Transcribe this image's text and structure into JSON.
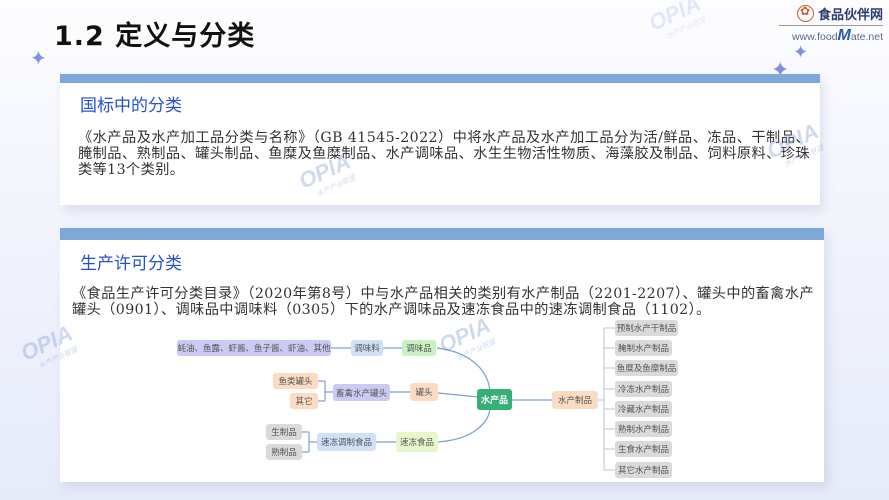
{
  "title": "1.2  定义与分类",
  "logo": {
    "cn": "食品伙伴网",
    "en_prefix": "www.food",
    "en_big": "M",
    "en_suffix": "ate.net"
  },
  "watermark": {
    "text": "OPIA",
    "sub": "水产产业联盟"
  },
  "section1": {
    "heading": "国标中的分类",
    "text": "《水产品及水产加工品分类与名称》（GB 41545-2022）中将水产品及水产加工品分为活/鲜品、冻品、干制品、腌制品、熟制品、罐头制品、鱼糜及鱼糜制品、水产调味品、水生生物活性物质、海藻胶及制品、饲料原料、珍珠类等13个类别。"
  },
  "section2": {
    "heading": "生产许可分类",
    "text": "《食品生产许可分类目录》（2020年第8号）中与水产品相关的类别有水产制品（2201-2207）、罐头中的畜禽水产罐头（0901）、调味品中调味料（0305）下的水产调味品及速冻食品中的速冻调制食品（1102）。"
  },
  "mindmap": {
    "root": "水产品",
    "left": {
      "seasoning": {
        "label": "调味品",
        "child": "调味料",
        "leaf": "蚝油、鱼露、虾酱、鱼子酱、虾油、其他"
      },
      "canned": {
        "label": "罐头",
        "child": "畜禽水产罐头",
        "leaves": [
          "鱼类罐头",
          "其它"
        ]
      },
      "frozen": {
        "label": "速冻食品",
        "child": "速冻调制食品",
        "leaves": [
          "生制品",
          "熟制品"
        ]
      }
    },
    "right": {
      "label": "水产制品",
      "leaves": [
        "预制水产干制品",
        "腌制水产制品",
        "鱼糜及鱼糜制品",
        "冷冻水产制品",
        "冷藏水产制品",
        "熟制水产制品",
        "生食水产制品",
        "其它水产制品"
      ]
    }
  }
}
